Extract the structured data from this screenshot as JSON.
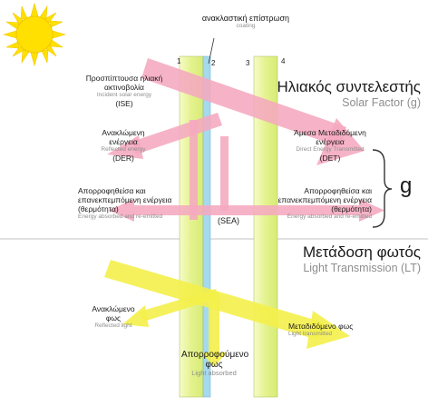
{
  "coating": {
    "label": "ανακλαστική επίστρωση",
    "sublabel": "coating"
  },
  "pane_numbers": [
    "1",
    "2",
    "3",
    "4"
  ],
  "solar_factor": {
    "title": "Ηλιακός συντελεστής",
    "subtitle": "Solar Factor (g)"
  },
  "light_transmission": {
    "title": "Μετάδοση φωτός",
    "subtitle": "Light Transmission (LT)"
  },
  "g_symbol": "g",
  "sea_label": "(SEA)",
  "labels": {
    "ise": {
      "el": "Προσπίπτουσα ηλιακή ακτινοβολία",
      "en": "Incident solar energy",
      "abbr": "(ISE)"
    },
    "der": {
      "el": "Ανακλώμενη ενέργεια",
      "en": "Reflected energy",
      "abbr": "(DER)"
    },
    "det": {
      "el": "Άμεσα Μεταδιδόμενη ενέργεια",
      "en": "Direct Energy Transmitted",
      "abbr": "(DET)"
    },
    "absorbed_left": {
      "el": "Απορροφηθείσα και επανεκπεμπόμενη ενέργεια (θερμότητα)",
      "en": "Energy absorbed and re-emitted"
    },
    "absorbed_right": {
      "el": "Απορροφηθείσα και επανεκπεμπόμενη ενέργεια (θερμότητα)",
      "en": "Energy absorbed and re-emitted"
    },
    "reflected_light": {
      "el": "Ανακλώμενο φως",
      "en": "Reflected light"
    },
    "transmitted_light": {
      "el": "Μεταδιδόμενο φως",
      "en": "Light transmitted"
    },
    "absorbed_light": {
      "el": "Απορροφούμενο φως",
      "en": "Light absorbed"
    }
  },
  "colors": {
    "sun": "#ffe000",
    "heat_arrow": "#f5a9bf",
    "light_arrow": "#f4f04a",
    "glass_green": "#e9f59c",
    "coating_blue": "#a6d8ee",
    "divider": "#cfcfcf"
  }
}
